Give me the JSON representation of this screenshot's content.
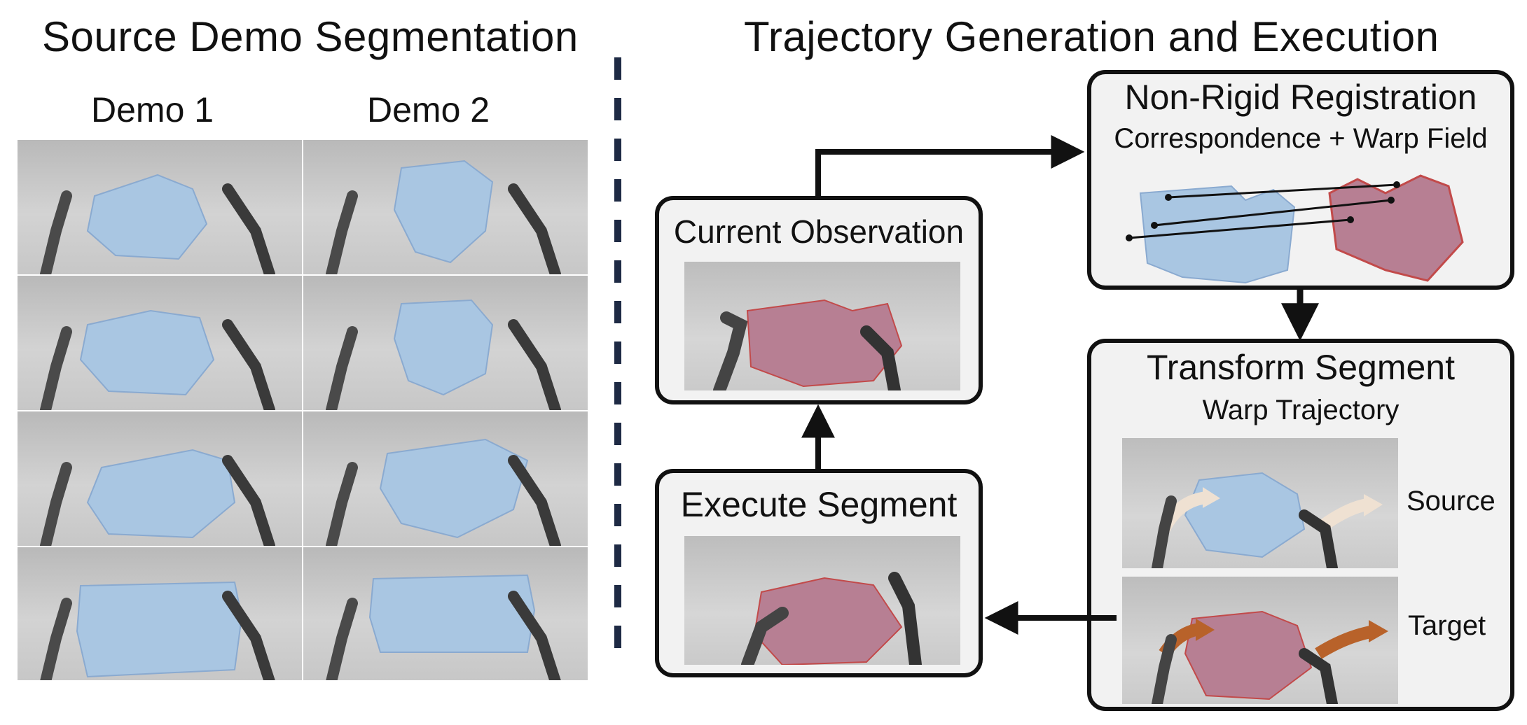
{
  "left_panel": {
    "title": "Source Demo Segmentation",
    "columns": [
      "Demo 1",
      "Demo 2"
    ],
    "rows": 4
  },
  "right_panel": {
    "title": "Trajectory Generation and Execution",
    "registration": {
      "title": "Non-Rigid Registration",
      "subtitle": "Correspondence + Warp Field"
    },
    "observation": {
      "title": "Current Observation"
    },
    "transform": {
      "title": "Transform Segment",
      "subtitle": "Warp Trajectory",
      "source_label": "Source",
      "target_label": "Target"
    },
    "execute": {
      "title": "Execute Segment"
    }
  },
  "colors": {
    "cloth_source": "#a9c6e2",
    "cloth_target": "#b77f93",
    "arrow_source": "#efe1d2",
    "arrow_target": "#b8622a",
    "divider": "#1e2a44"
  }
}
